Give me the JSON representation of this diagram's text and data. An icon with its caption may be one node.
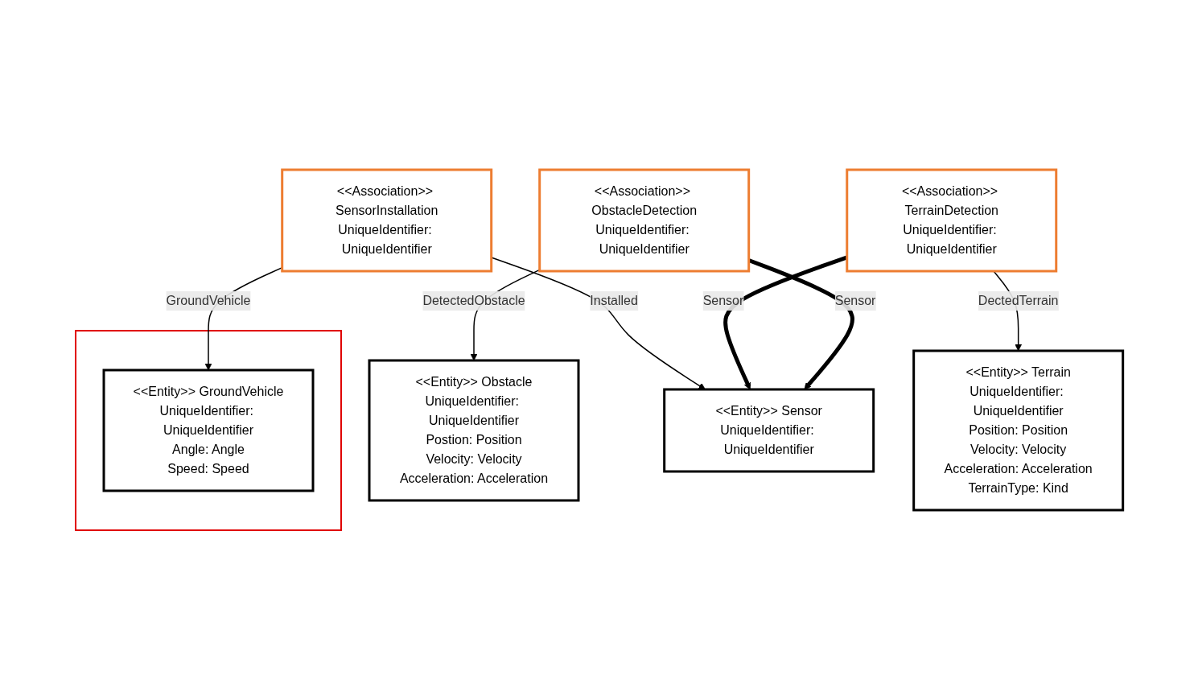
{
  "diagram": {
    "nodes": [
      {
        "text": [
          "<<Association>> ObstacleDetection",
          "UniqueIdentifier: UniqueIdentifier"
        ]
      },
      {
        "text": [
          "<<Entity>> Sensor",
          "UniqueIdentifier: UniqueIdentifier"
        ]
      },
      {
        "text": [
          "<<Association>> TerrainDetection",
          "UniqueIdentifier: UniqueIdentifier"
        ]
      },
      {
        "text": [
          "<<Association>> SensorInstallation",
          "UniqueIdentifier: UniqueIdentifier"
        ]
      },
      {
        "text": [
          "<<Entity>> Obstacle",
          "UniqueIdentifier: UniqueIdentifier",
          "Postion: Position",
          "Velocity: Velocity",
          "Acceleration: Acceleration"
        ]
      },
      {
        "text": [],
        "shape": "box"
      },
      {
        "text": [
          "<<Entity>> GroundVehicle",
          "UniqueIdentifier: UniqueIdentifier",
          "Angle: Angle",
          "Speed: Speed"
        ],
        "in": 5
      },
      {
        "text": [
          "<<Entity>> Terrain",
          "UniqueIdentifier: UniqueIdentifier",
          "Position: Position",
          "Velocity: Velocity",
          "Acceleration: Acceleration",
          "TerrainType: Kind"
        ]
      }
    ],
    "edges": [
      {
        "from": 0,
        "to": 1,
        "arrow": "to",
        "label": "Sensor",
        "style": "thick"
      },
      {
        "from": 2,
        "to": 1,
        "arrow": "to",
        "label": "Sensor",
        "style": "thick"
      },
      {
        "from": 3,
        "to": 1,
        "arrow": "to",
        "label": "Installed"
      },
      {
        "from": 0,
        "to": 4,
        "arrow": "to",
        "label": "DetectedObstacle"
      },
      {
        "from": 3,
        "to": 6,
        "arrow": "to",
        "label": "GroundVehicle"
      },
      {
        "from": 2,
        "to": 7,
        "arrow": "to",
        "label": "DectedTerrain"
      }
    ]
  }
}
